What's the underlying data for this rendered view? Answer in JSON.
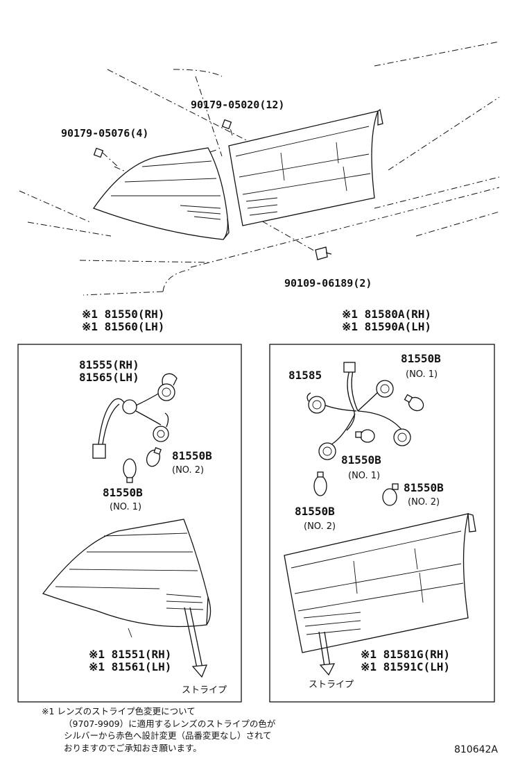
{
  "top_labels": {
    "clip_a": "90179-05020(12)",
    "clip_b": "90179-05076(4)",
    "bolt": "90109-06189(2)"
  },
  "left_group": {
    "header_1": "※1 81550(RH)",
    "header_2": "※1 81560(LH)",
    "socket_1": "81555(RH)",
    "socket_2": "81565(LH)",
    "bulb_a": "81550B",
    "bulb_a_note": "(NO. 2)",
    "bulb_b": "81550B",
    "bulb_b_note": "(NO. 1)",
    "lens_1": "※1 81551(RH)",
    "lens_2": "※1 81561(LH)",
    "stripe": "ストライプ"
  },
  "right_group": {
    "header_1": "※1 81580A(RH)",
    "header_2": "※1 81590A(LH)",
    "harness": "81585",
    "bulb_a": "81550B",
    "bulb_a_note": "(NO. 1)",
    "bulb_b": "81550B",
    "bulb_b_note": "(NO. 1)",
    "bulb_c": "81550B",
    "bulb_c_note": "(NO. 2)",
    "bulb_d": "81550B",
    "bulb_d_note": "(NO. 2)",
    "lens_1": "※1 81581G(RH)",
    "lens_2": "※1 81591C(LH)",
    "stripe": "ストライプ"
  },
  "notes": [
    "※1 レンズのストライプ色変更について",
    "（9707-9909）に適用するレンズのストライプの色が",
    "シルバーから赤色へ設計変更（品番変更なし）されて",
    "おりますのでご承知おき願います。"
  ],
  "diagram_ref": "810642A"
}
